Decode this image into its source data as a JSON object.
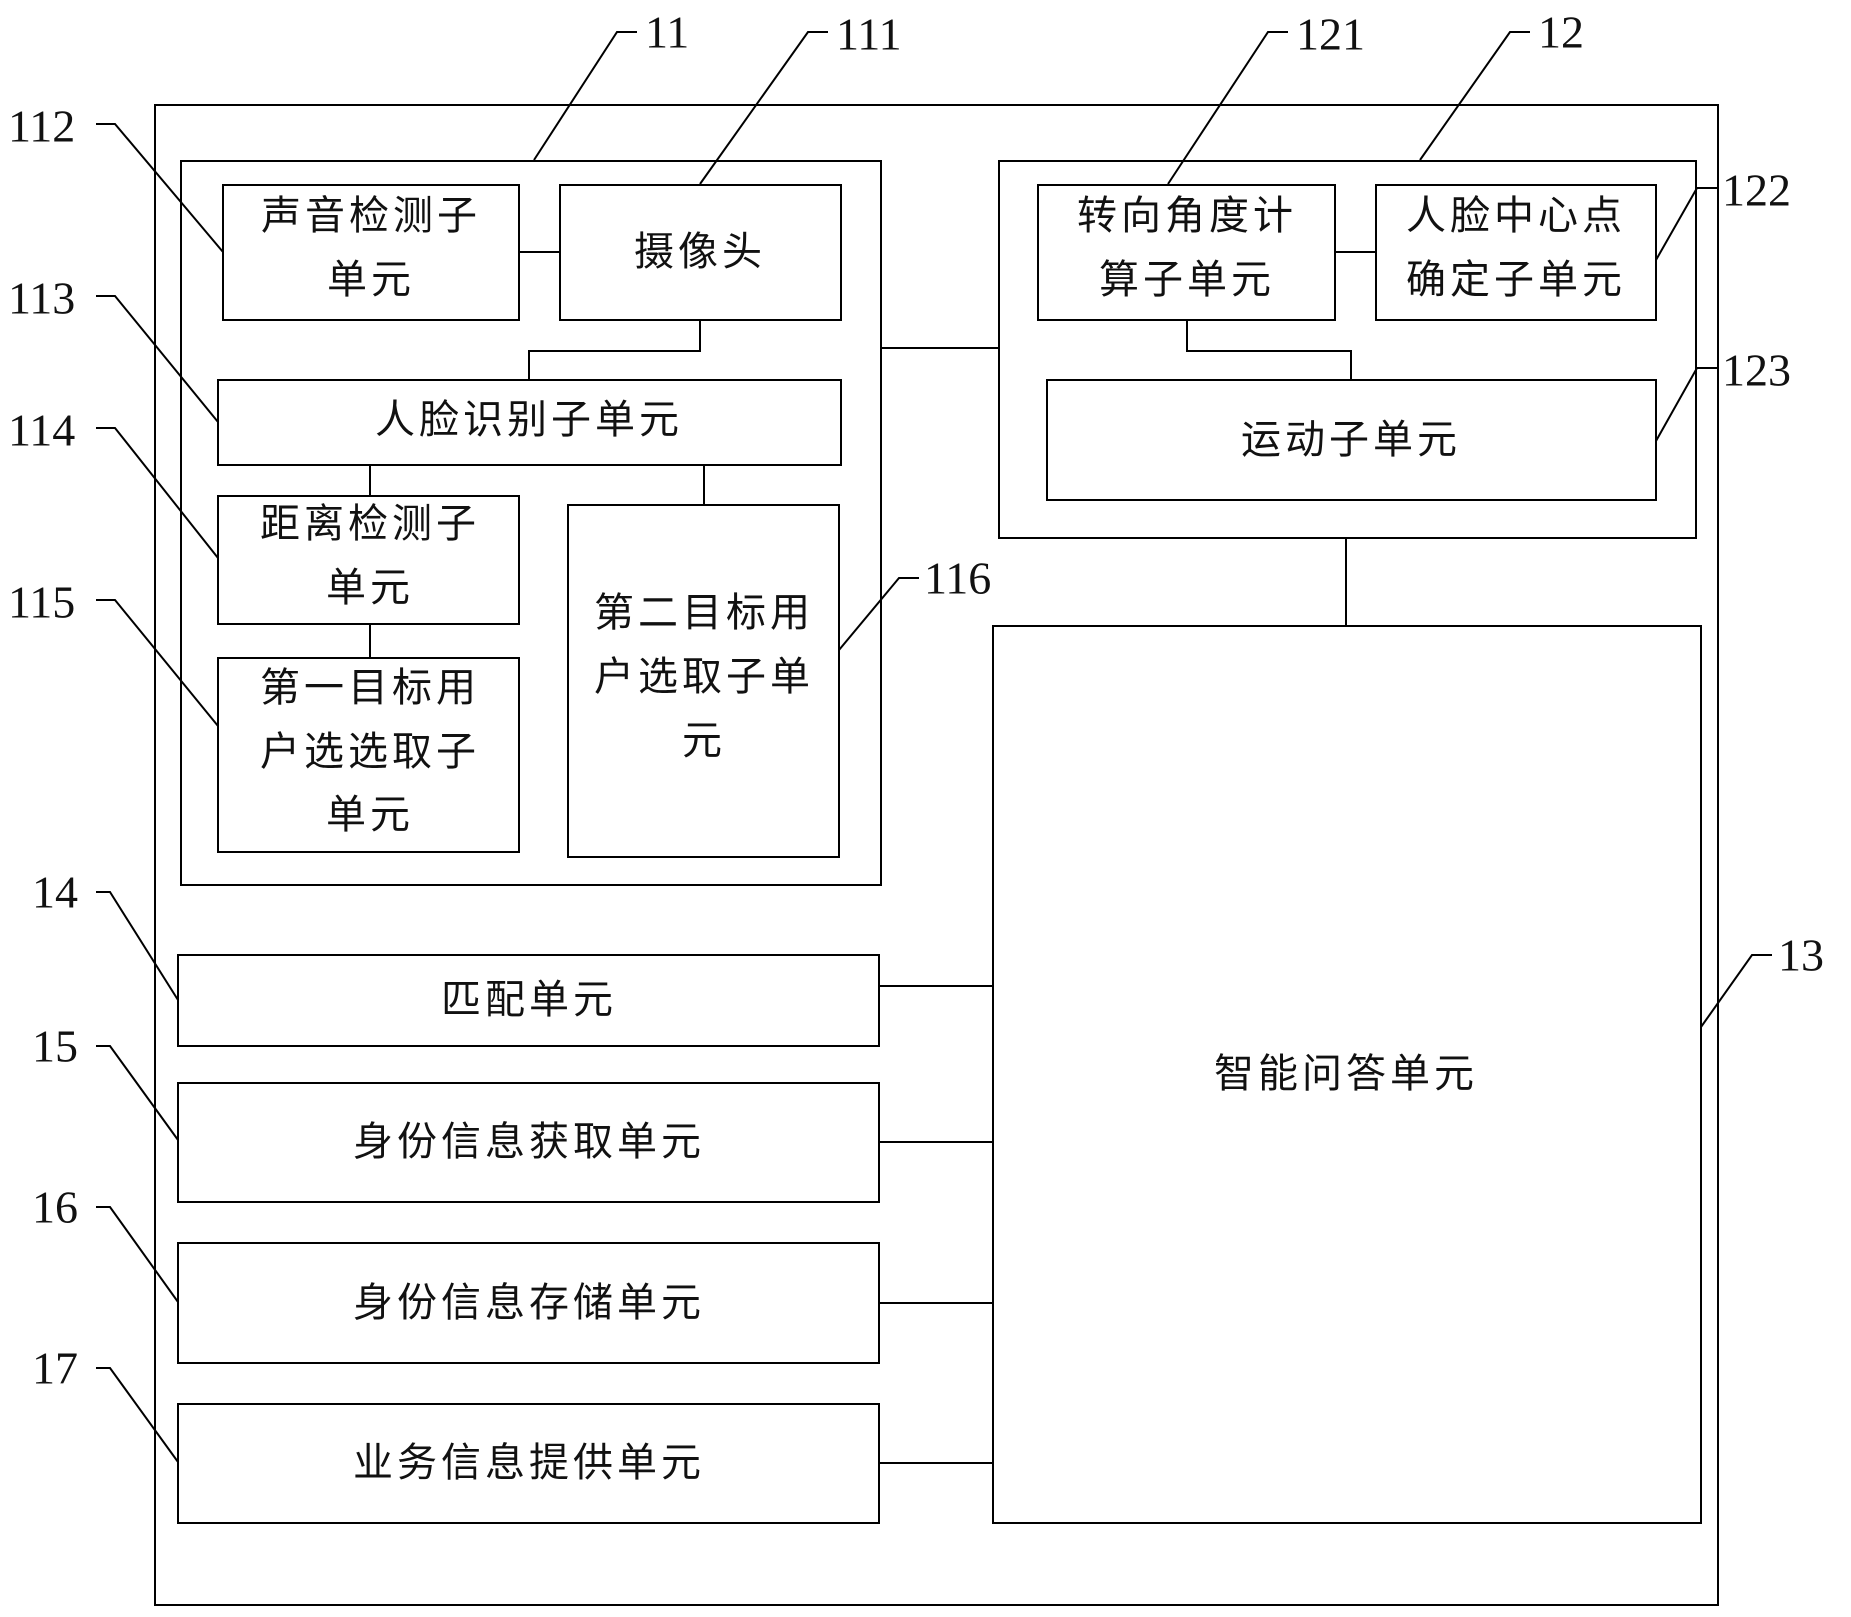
{
  "diagram": {
    "colors": {
      "line": "#000000",
      "background": "#ffffff",
      "text": "#111111"
    },
    "system": {
      "ref": ""
    },
    "modules": [
      {
        "id": "11",
        "ref": "11",
        "name": ""
      },
      {
        "id": "12",
        "ref": "12",
        "name": ""
      }
    ],
    "units": {
      "u112": {
        "ref": "112",
        "lines": [
          "声音检测子",
          "单元"
        ]
      },
      "u111": {
        "ref": "111",
        "lines": [
          "摄像头"
        ]
      },
      "u113": {
        "ref": "113",
        "lines": [
          "人脸识别子单元"
        ]
      },
      "u114": {
        "ref": "114",
        "lines": [
          "距离检测子",
          "单元"
        ]
      },
      "u115": {
        "ref": "115",
        "lines": [
          "第一目标用",
          "户选选取子",
          "单元"
        ]
      },
      "u116": {
        "ref": "116",
        "lines": [
          "第二目标用",
          "户选取子单",
          "元"
        ]
      },
      "u121": {
        "ref": "121",
        "lines": [
          "转向角度计",
          "算子单元"
        ]
      },
      "u122": {
        "ref": "122",
        "lines": [
          "人脸中心点",
          "确定子单元"
        ]
      },
      "u123": {
        "ref": "123",
        "lines": [
          "运动子单元"
        ]
      },
      "u13": {
        "ref": "13",
        "lines": [
          "智能问答单元"
        ]
      },
      "u14": {
        "ref": "14",
        "lines": [
          "匹配单元"
        ]
      },
      "u15": {
        "ref": "15",
        "lines": [
          "身份信息获取单元"
        ]
      },
      "u16": {
        "ref": "16",
        "lines": [
          "身份信息存储单元"
        ]
      },
      "u17": {
        "ref": "17",
        "lines": [
          "业务信息提供单元"
        ]
      }
    },
    "connections": [
      [
        "u112",
        "u111"
      ],
      [
        "u111",
        "u113"
      ],
      [
        "u113",
        "u114"
      ],
      [
        "u114",
        "u115"
      ],
      [
        "u113",
        "u116"
      ],
      [
        "module11",
        "module12"
      ],
      [
        "u121",
        "u122"
      ],
      [
        "u121",
        "u123"
      ],
      [
        "module12",
        "u13"
      ],
      [
        "u14",
        "u13"
      ],
      [
        "u15",
        "u13"
      ],
      [
        "u16",
        "u13"
      ],
      [
        "u17",
        "u13"
      ]
    ]
  }
}
